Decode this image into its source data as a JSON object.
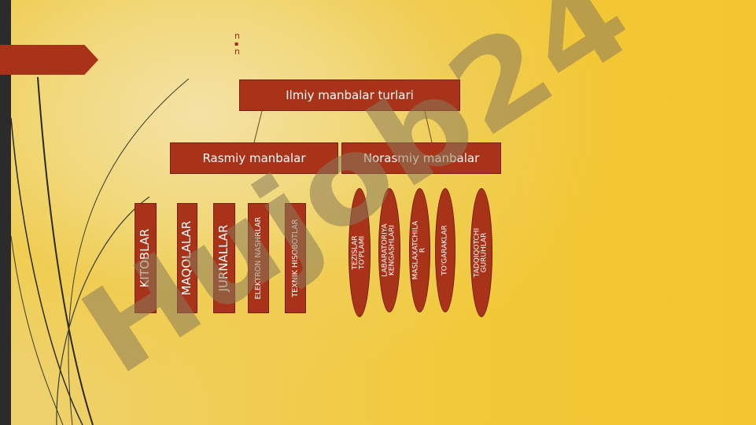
{
  "slide": {
    "title_glyphs": [
      "n",
      "▪",
      "n"
    ],
    "watermark_text": "Hujob24",
    "colors": {
      "accent": "#a93319",
      "background": "#f2c93a",
      "watermark": "#8b7a5a",
      "left_bar": "#2b2b2b"
    }
  },
  "diagram": {
    "root": "Ilmiy manbalar turlari",
    "branches": [
      "Rasmiy manbalar",
      "Norasmiy manbalar"
    ],
    "rasmiy_items": [
      "KITOBLAR",
      "MAQOLALAR",
      "JURNALLAR",
      "ELEKTRON NASHRLAR",
      "TEXNIK HISOBOTLAR"
    ],
    "norasmiy_items": [
      "TEZISLAR\nTO'PLAMI",
      "LABARATORIYA\nKENGASHLARI",
      "MASLAXATCHILA\nR",
      "TO'GARAKLAR",
      "TADQIQOTCHI\nGURUHLAR"
    ]
  }
}
